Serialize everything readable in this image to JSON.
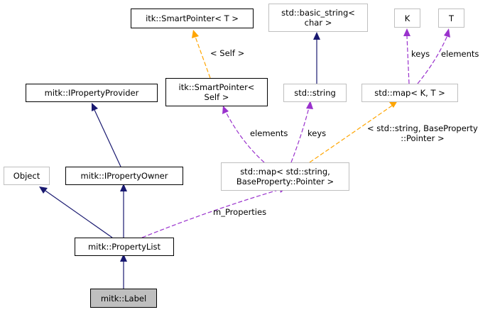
{
  "colors": {
    "inheritance": "#191970",
    "usage": "#9a32cd",
    "template": "#ffa500",
    "node_border": "#000000",
    "node_border_external": "#bfbfbf",
    "focus_fill": "#bfbfbf"
  },
  "nodes": {
    "itk_smartpointer_t": {
      "line1": "itk::SmartPointer< T >"
    },
    "basic_string": {
      "line1": "std::basic_string<",
      "line2": "char >"
    },
    "k": {
      "line1": "K"
    },
    "t": {
      "line1": "T"
    },
    "iproperty_provider": {
      "line1": "mitk::IPropertyProvider"
    },
    "itk_smartpointer_self": {
      "line1": "itk::SmartPointer<",
      "line2": "Self >"
    },
    "std_string": {
      "line1": "std::string"
    },
    "std_map_kt": {
      "line1": "std::map< K, T >"
    },
    "object": {
      "line1": "Object"
    },
    "iproperty_owner": {
      "line1": "mitk::IPropertyOwner"
    },
    "std_map_props": {
      "line1": "std::map< std::string,",
      "line2": "BaseProperty::Pointer >"
    },
    "property_list": {
      "line1": "mitk::PropertyList"
    },
    "label": {
      "line1": "mitk::Label"
    }
  },
  "edge_labels": {
    "self": "< Self >",
    "keys_kt": "keys",
    "elements_kt": "elements",
    "elements_props": "elements",
    "keys_props": "keys",
    "template_args": {
      "line1": "< std::string, BaseProperty",
      "line2": "::Pointer >"
    },
    "m_properties": "m_Properties"
  }
}
